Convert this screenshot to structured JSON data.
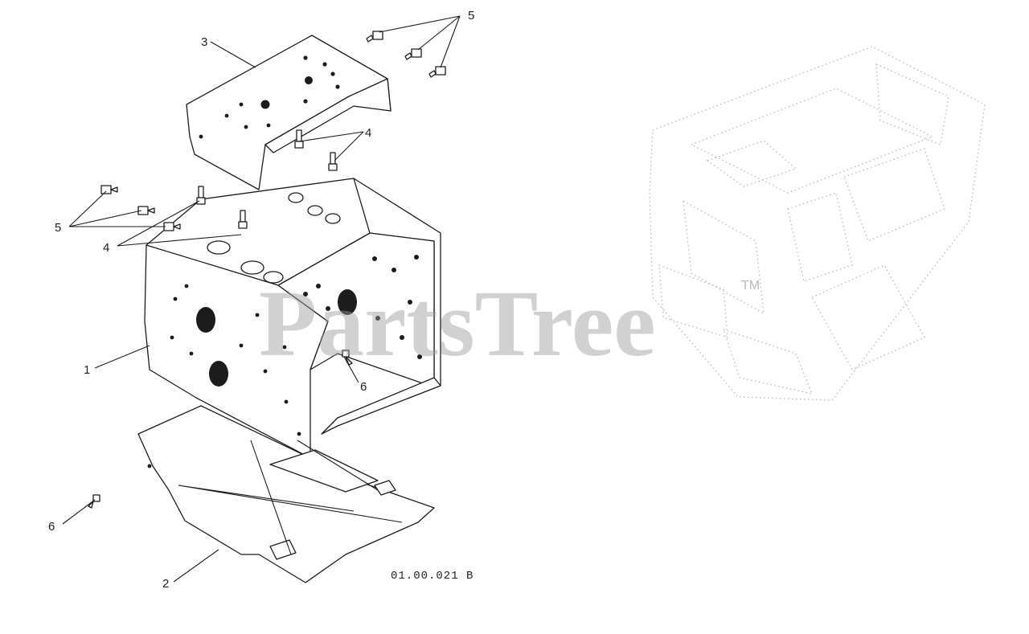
{
  "diagram": {
    "drawing_code": "01.00.021 B",
    "watermark": "PartsTree",
    "trademark": "TM",
    "callouts": {
      "c1": "1",
      "c2": "2",
      "c3": "3",
      "c4a": "4",
      "c4b": "4",
      "c5a": "5",
      "c5b": "5",
      "c6a": "6",
      "c6b": "6"
    },
    "colors": {
      "line": "#1c1c1c",
      "watermark": "#9a9a9a",
      "background": "#ffffff"
    }
  }
}
